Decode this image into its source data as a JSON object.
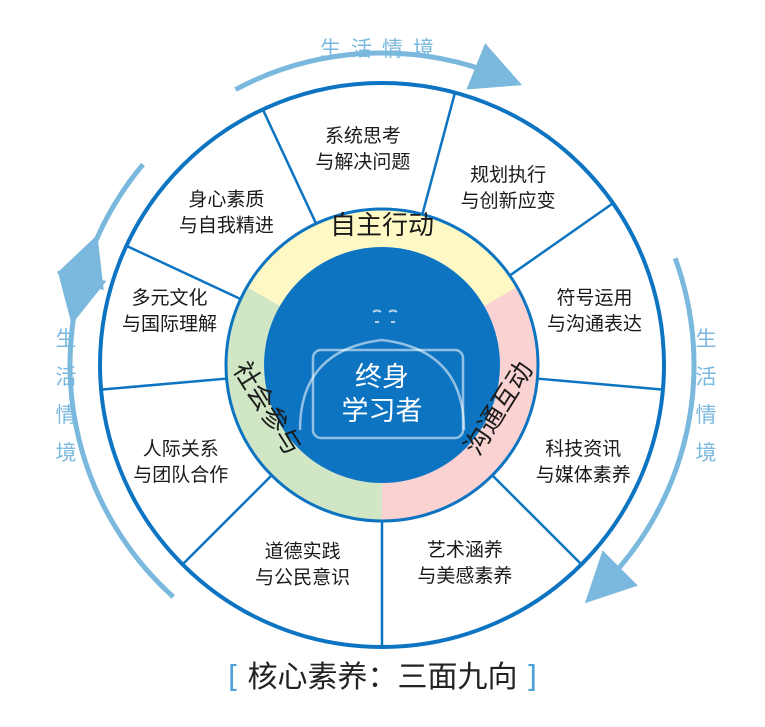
{
  "center": {
    "line1": "终身",
    "line2": "学习者"
  },
  "core": {
    "top": "自主行动",
    "right": "沟通互动",
    "left": "社会参与"
  },
  "competencies": [
    {
      "line1": "系统思考",
      "line2": "与解决问题"
    },
    {
      "line1": "规划执行",
      "line2": "与创新应变"
    },
    {
      "line1": "符号运用",
      "line2": "与沟通表达"
    },
    {
      "line1": "科技资讯",
      "line2": "与媒体素养"
    },
    {
      "line1": "艺术涵养",
      "line2": "与美感素养"
    },
    {
      "line1": "道德实践",
      "line2": "与公民意识"
    },
    {
      "line1": "人际关系",
      "line2": "与团队合作"
    },
    {
      "line1": "多元文化",
      "line2": "与国际理解"
    },
    {
      "line1": "身心素质",
      "line2": "与自我精进"
    }
  ],
  "context_label": "生活情境",
  "caption": "核心素养：三面九向",
  "colors": {
    "blue": "#0d74c2",
    "light_blue": "#7ab8de",
    "yellow": "#fdf8c4",
    "pink": "#fbd2d2",
    "green": "#d0e6c4"
  }
}
